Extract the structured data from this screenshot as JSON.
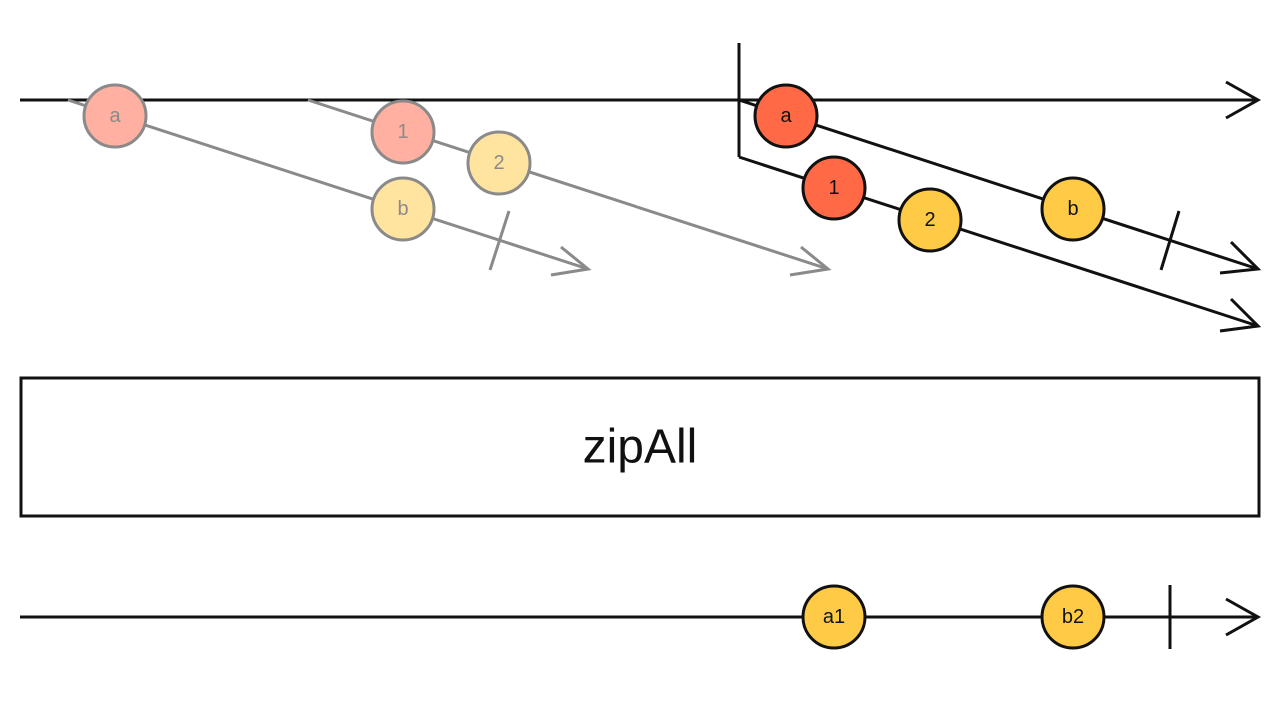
{
  "operator": {
    "label": "zipAll"
  },
  "colors": {
    "line": "#111111",
    "ghost_line": "#8a8a8a",
    "red": "#ff6946",
    "yellow": "#ffcb46",
    "ghost_red": "#ffb0a0",
    "ghost_yellow": "#ffe4a0"
  },
  "source": {
    "ghost_inners": [
      {
        "name": "inner-observable-1-ghost",
        "completed": true,
        "marbles": [
          {
            "label": "a",
            "color": "ghost_red"
          },
          {
            "label": "b",
            "color": "ghost_yellow"
          }
        ]
      },
      {
        "name": "inner-observable-2-ghost",
        "completed": false,
        "marbles": [
          {
            "label": "1",
            "color": "ghost_red"
          },
          {
            "label": "2",
            "color": "ghost_yellow"
          }
        ]
      }
    ],
    "active_inners": [
      {
        "name": "inner-observable-1",
        "completed": true,
        "marbles": [
          {
            "label": "a",
            "color": "red"
          },
          {
            "label": "b",
            "color": "yellow"
          }
        ]
      },
      {
        "name": "inner-observable-2",
        "completed": false,
        "marbles": [
          {
            "label": "1",
            "color": "red"
          },
          {
            "label": "2",
            "color": "yellow"
          }
        ]
      }
    ]
  },
  "output": {
    "completed": true,
    "marbles": [
      {
        "label": "a1",
        "color": "yellow"
      },
      {
        "label": "b2",
        "color": "yellow"
      }
    ]
  }
}
